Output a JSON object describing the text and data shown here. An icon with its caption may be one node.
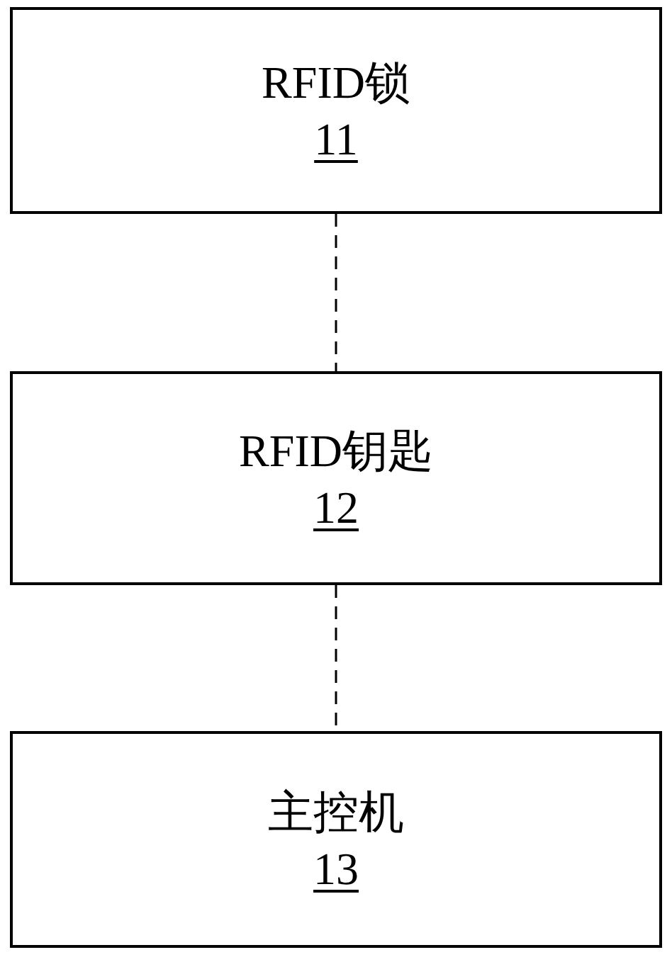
{
  "diagram": {
    "nodes": [
      {
        "text": [
          "RFID锁",
          "11"
        ]
      },
      {
        "text": [
          "RFID钥匙",
          "12"
        ]
      },
      {
        "text": [
          "主控机",
          "13"
        ]
      }
    ],
    "edges": [
      {
        "from": 0,
        "to": 1,
        "arrow": "none",
        "style": "dashed"
      },
      {
        "from": 1,
        "to": 2,
        "arrow": "none",
        "style": "dashed"
      }
    ]
  }
}
